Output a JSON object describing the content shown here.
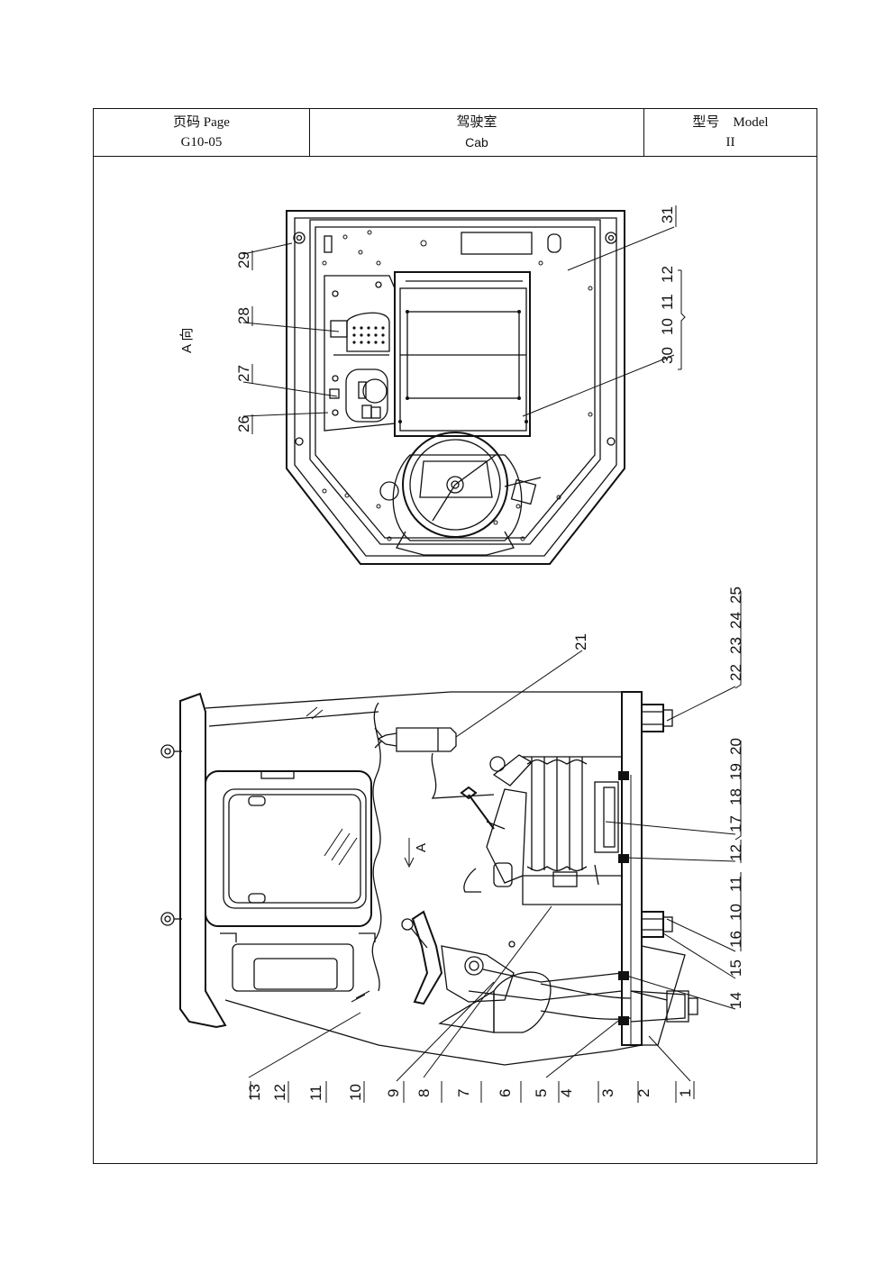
{
  "header": {
    "page_label": "页码 Page",
    "page_value": "G10-05",
    "title_cn": "驾驶室",
    "title_en": "Cab",
    "model_label": "型号　Model",
    "model_value": "II"
  },
  "drawing": {
    "view_label": "A 向",
    "arrow_label": "A",
    "top_callouts": [
      "26",
      "27",
      "28",
      "29",
      "30",
      "10",
      "11",
      "12",
      "31"
    ],
    "right_callouts": [
      "22",
      "23",
      "24",
      "25"
    ],
    "side_callouts": [
      "21",
      "20",
      "19",
      "18",
      "17",
      "12",
      "11",
      "10",
      "16",
      "15",
      "14"
    ],
    "bottom_callouts": [
      "13",
      "12",
      "11",
      "10",
      "9",
      "8",
      "7",
      "6",
      "5",
      "4",
      "3",
      "2",
      "1"
    ]
  }
}
